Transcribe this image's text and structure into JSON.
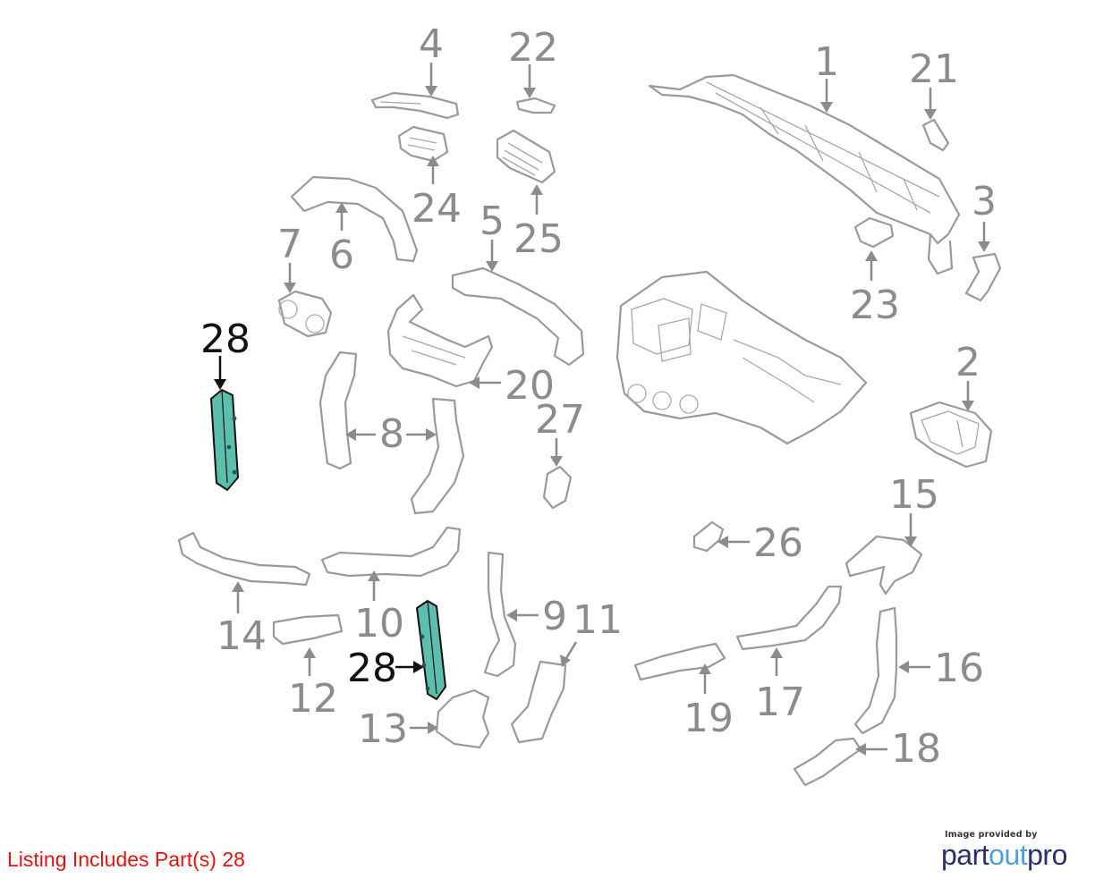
{
  "labels": {
    "p1": "1",
    "p2": "2",
    "p3": "3",
    "p4": "4",
    "p5": "5",
    "p6": "6",
    "p7": "7",
    "p8": "8",
    "p9": "9",
    "p10": "10",
    "p11": "11",
    "p12": "12",
    "p13": "13",
    "p14": "14",
    "p15": "15",
    "p16": "16",
    "p17": "17",
    "p18": "18",
    "p19": "19",
    "p20": "20",
    "p21": "21",
    "p22": "22",
    "p23": "23",
    "p24": "24",
    "p25": "25",
    "p26": "26",
    "p27": "27",
    "p28a": "28",
    "p28b": "28"
  },
  "highlight_color": "#5cbfae",
  "listing": "Listing Includes Part(s) 28",
  "brand": {
    "caption": "Image provided by",
    "name_part1": "part",
    "name_part2": "out",
    "name_part3": "pro"
  }
}
